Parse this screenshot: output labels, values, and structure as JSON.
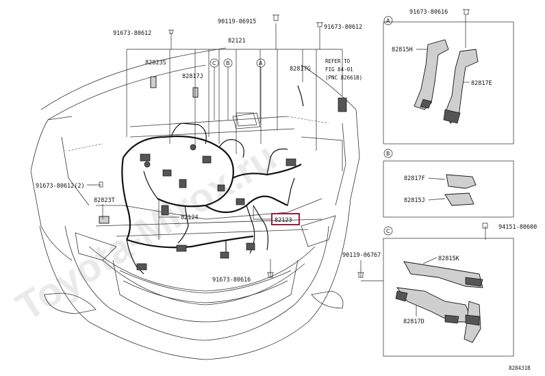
{
  "watermark": "Toyota-Mirox.ru",
  "diagram_number": "828431B",
  "main_assembly": "82121",
  "callouts": {
    "p90119_06915": "90119-06915",
    "p91673_80612_top": "91673-80612",
    "p91673_80612_right": "91673-80612",
    "p91673_80612_left": "91673-80612(2)",
    "p82823s": "82823S",
    "p82817j": "82817J",
    "p82817g": "82817G",
    "p82823t": "82823T",
    "p82124": "82124",
    "p82123": "82123",
    "p91673_80616_bottom": "91673-80616",
    "p91673_80616_a": "91673-80616",
    "p90119_06767": "90119-06767",
    "p94151_80600": "94151-80600"
  },
  "refer_note": {
    "line1": "REFER TO",
    "line2": "FIG 84-01",
    "line3": "(PNC 82661B)"
  },
  "circles": {
    "a": "A",
    "b": "B",
    "c": "C"
  },
  "detail_panels": {
    "a": {
      "letter": "A",
      "top_callout": "91673-80616",
      "parts": [
        "82815H",
        "82817E"
      ]
    },
    "b": {
      "letter": "B",
      "parts": [
        "82817F",
        "82815J"
      ]
    },
    "c": {
      "letter": "C",
      "parts": [
        "82815K",
        "82817D"
      ]
    }
  },
  "highlight_color": "#9b1b3c"
}
